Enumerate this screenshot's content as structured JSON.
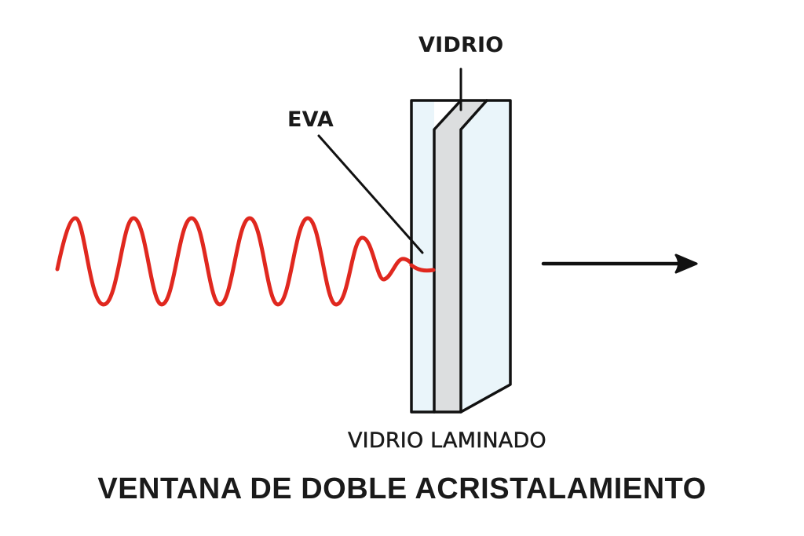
{
  "diagram": {
    "title": "VENTANA DE DOBLE ACRISTALAMIENTO",
    "labels": {
      "vidrio": "VIDRIO",
      "eva": "EVA",
      "vidrio_laminado": "VIDRIO LAMINADO"
    },
    "elements": {
      "incoming_wave": "sound wave (decaying sinusoid entering glass)",
      "glass_unit": "laminated glass: glass pane + EVA interlayer + glass pane",
      "outgoing_arrow": "transmitted direction arrow"
    },
    "colors": {
      "wave": "#e0281f",
      "glass_fill": "#eaf5fa",
      "interlayer_fill": "#dcdedf",
      "stroke": "#111111",
      "text": "#1a1a1a",
      "background": "#ffffff"
    }
  }
}
